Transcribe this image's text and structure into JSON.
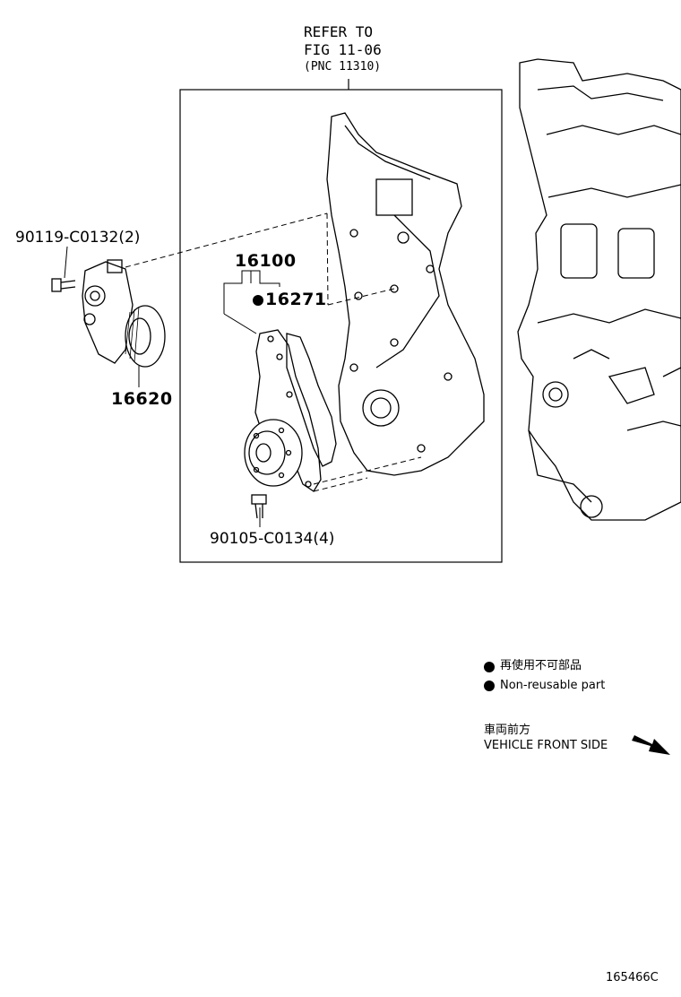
{
  "refer": {
    "line1": "REFER TO",
    "line2": "FIG 11-06",
    "line3": "(PNC 11310)"
  },
  "parts": {
    "bolt_tensioner": "90119-C0132(2)",
    "tensioner": "16620",
    "water_pump_assy": "16100",
    "gasket": "16271",
    "bolt_pump": "90105-C0134(4)"
  },
  "legend": {
    "jp": "再使用不可部品",
    "en": "Non-reusable part"
  },
  "direction": {
    "jp": "車両前方",
    "en": "VEHICLE FRONT SIDE"
  },
  "illustration_id": "165466C"
}
